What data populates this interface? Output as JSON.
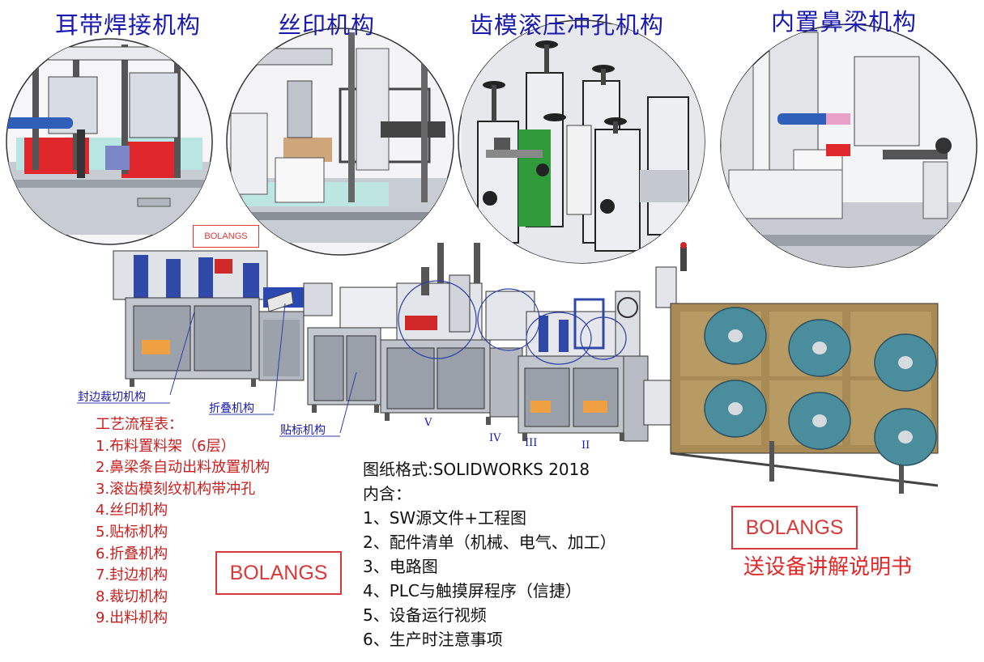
{
  "titles": {
    "ear_welding": "耳带焊接机构",
    "silk_print": "丝印机构",
    "gear_press": "齿模滚压冲孔机构",
    "nose_bridge": "内置鼻梁机构"
  },
  "callouts": {
    "edge_cut": "封边裁切机构",
    "fold": "折叠机构",
    "label": "贴标机构"
  },
  "roman": [
    "V",
    "IV",
    "III",
    "II"
  ],
  "brand": {
    "small": "BOLANGS",
    "left": "BOLANGS",
    "right": "BOLANGS"
  },
  "process": {
    "heading": "工艺流程表：",
    "steps": [
      "1.布料置料架（6层）",
      "2.鼻梁条自动出料放置机构",
      "3.滚齿模刻纹机构带冲孔",
      "4.丝印机构",
      "5.贴标机构",
      "6.折叠机构",
      "7.封边机构",
      "8.裁切机构",
      "9.出料机构"
    ]
  },
  "drawing": {
    "format": "图纸格式:SOLIDWORKS 2018",
    "contains": "内含：",
    "items": [
      "1、SW源文件+工程图",
      "2、配件清单（机械、电气、加工）",
      "3、电路图",
      "4、PLC与触摸屏程序（信捷）",
      "5、设备运行视频",
      "6、生产时注意事项"
    ]
  },
  "manual_note": "送设备讲解说明书",
  "colors": {
    "title_blue": "#1a1ab0",
    "list_red": "#c81e1e",
    "brand_red": "#d83a3a"
  }
}
